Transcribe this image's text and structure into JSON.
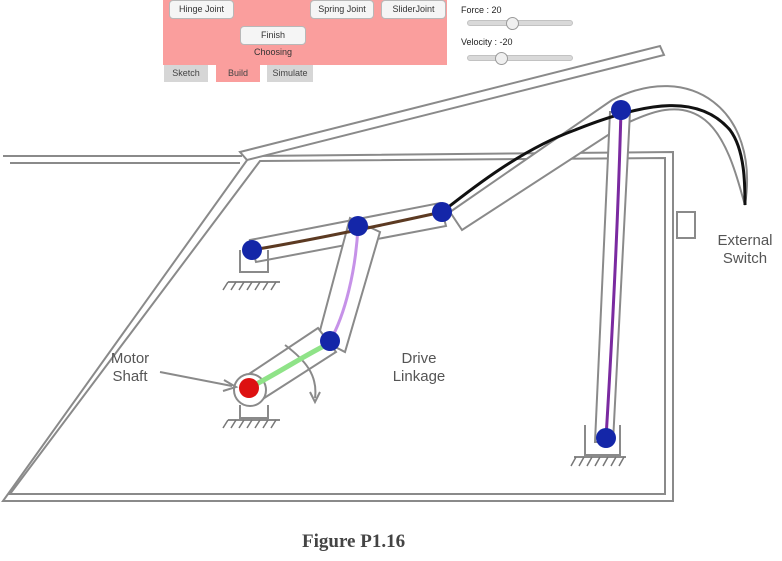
{
  "toolbar": {
    "hinge_joint": "Hinge Joint",
    "spring_joint": "Spring Joint",
    "slider_joint": "SliderJoint",
    "finish_choosing": "Finish Choosing"
  },
  "tabs": [
    {
      "label": "Sketch",
      "active": false
    },
    {
      "label": "Build",
      "active": true
    },
    {
      "label": "Simulate",
      "active": false
    }
  ],
  "controls": {
    "force_label": "Force : 20",
    "force_value": 20,
    "velocity_label": "Velocity : -20",
    "velocity_value": -20
  },
  "figure": {
    "motor_label": "Motor\nShaft",
    "drive_label": "Drive\nLinkage",
    "switch_label": "External\nSwitch",
    "caption": "Figure P1.16"
  },
  "colors": {
    "panel": "#fa9e9d",
    "joint": "#1426a8",
    "motor_joint": "#dd1111",
    "link_brown": "#5c3a22",
    "link_lavender": "#c692e8",
    "link_green": "#8fe388",
    "link_black": "#111111",
    "link_purple": "#7a2aa0"
  }
}
